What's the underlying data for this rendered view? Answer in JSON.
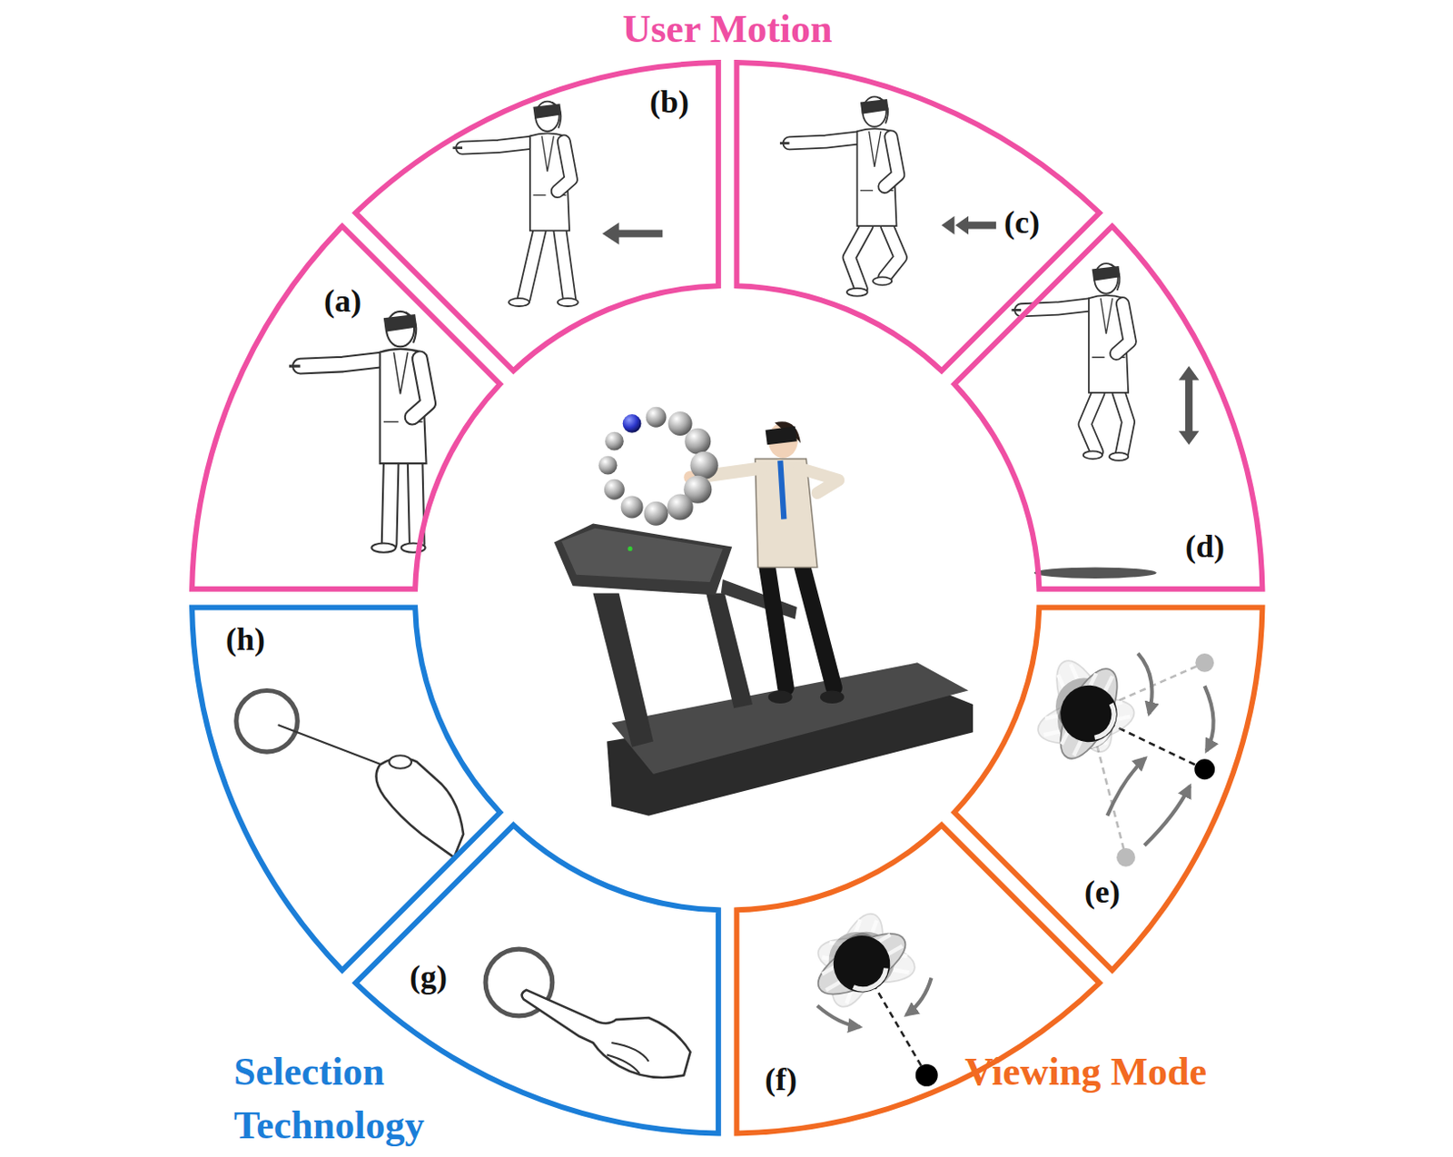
{
  "diagram": {
    "nodes": [
      {
        "text": [
          "(a)"
        ]
      },
      {
        "text": [
          "(b)"
        ]
      },
      {
        "text": [
          "(c)"
        ]
      },
      {
        "text": [
          "(d)"
        ]
      },
      {
        "text": [
          "(e)"
        ]
      },
      {
        "text": [
          "(f)"
        ]
      },
      {
        "text": [
          "(g)"
        ]
      },
      {
        "text": [
          "(h)"
        ]
      }
    ],
    "labels": [
      "User Motion",
      "Selection Technology",
      "Viewing Mode"
    ]
  }
}
